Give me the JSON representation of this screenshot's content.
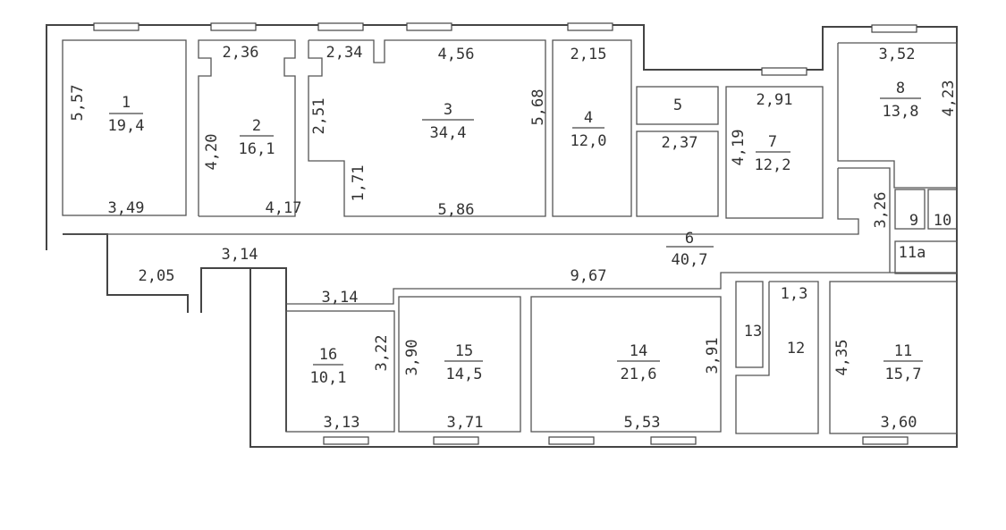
{
  "rooms": [
    {
      "number": "1",
      "area": "19,4"
    },
    {
      "number": "2",
      "area": "16,1"
    },
    {
      "number": "3",
      "area": "34,4"
    },
    {
      "number": "4",
      "area": "12,0"
    },
    {
      "number": "5"
    },
    {
      "number": "6",
      "area": "40,7"
    },
    {
      "number": "7",
      "area": "12,2"
    },
    {
      "number": "8",
      "area": "13,8"
    },
    {
      "number": "9"
    },
    {
      "number": "10"
    },
    {
      "number": "11a"
    },
    {
      "number": "11",
      "area": "15,7"
    },
    {
      "number": "12"
    },
    {
      "number": "13"
    },
    {
      "number": "14",
      "area": "21,6"
    },
    {
      "number": "15",
      "area": "14,5"
    },
    {
      "number": "16",
      "area": "10,1"
    }
  ],
  "dimensions": {
    "r1_left": "5,57",
    "r1_bottom": "3,49",
    "r2_top": "2,36",
    "r2_left": "4,20",
    "r2_bottom": "4,17",
    "r3_top_left": "2,34",
    "r3_left": "2,51",
    "r3_step": "1,71",
    "r3_top": "4,56",
    "r3_right": "5,68",
    "r3_bottom": "5,86",
    "r4_top": "2,15",
    "r5_below": "2,37",
    "r7_top": "2,91",
    "r7_left": "4,19",
    "r8_top": "3,52",
    "r8_right": "4,23",
    "r9_left": "3,26",
    "corridor_left": "2,05",
    "corridor_top_left": "3,14",
    "corridor_main": "9,67",
    "r16_top": "3,14",
    "r16_right": "3,22",
    "r16_bottom": "3,13",
    "r15_left": "3,90",
    "r15_bottom": "3,71",
    "r14_right": "3,91",
    "r14_bottom": "5,53",
    "r12_top": "1,3",
    "r11_left": "4,35",
    "r11_bottom": "3,60"
  }
}
